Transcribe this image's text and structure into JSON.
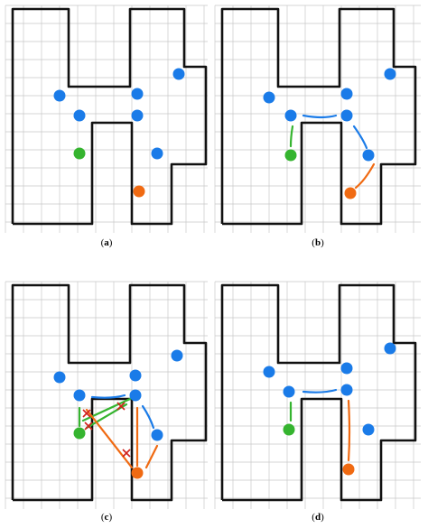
{
  "figure": {
    "panels": [
      {
        "id": "a",
        "caption_open": "(",
        "caption_letter": "a",
        "caption_close": ")"
      },
      {
        "id": "b",
        "caption_open": "(",
        "caption_letter": "b",
        "caption_close": ")"
      },
      {
        "id": "c",
        "caption_open": "(",
        "caption_letter": "c",
        "caption_close": ")"
      },
      {
        "id": "d",
        "caption_open": "(",
        "caption_letter": "d",
        "caption_close": ")"
      }
    ],
    "colors": {
      "wall": "#111111",
      "grid": "#c8c8c8",
      "blue_node": "#1a7be8",
      "green_node": "#35b42f",
      "orange_node": "#f06a12",
      "blue_path": "#1a7be8",
      "green_path": "#35b42f",
      "orange_path": "#f06a12",
      "blocked_mark": "#d0201a"
    }
  }
}
